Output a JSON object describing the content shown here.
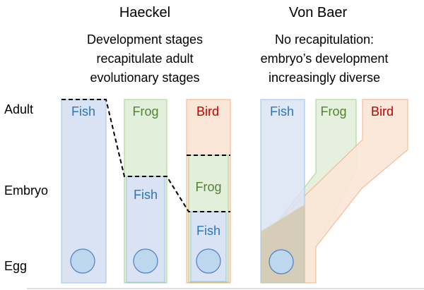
{
  "colors": {
    "fish": "#2e75b6",
    "frog": "#548235",
    "bird": "#c00000",
    "fish_fill": "#dae3f3",
    "frog_fill": "#e2efda",
    "bird_fill": "#fbe5d6",
    "fish_stroke": "#9dc3e6",
    "frog_stroke": "#a9d18e",
    "bird_stroke": "#f4b183",
    "egg_fill": "#bdd7ee",
    "egg_stroke": "#4f7ec2",
    "overlap_fill": "#d2c6a6",
    "boundary": "#000000"
  },
  "row_labels": {
    "adult": "Adult",
    "embryo": "Embryo",
    "egg": "Egg"
  },
  "haeckel": {
    "title": "Haeckel",
    "description": [
      "Development stages",
      "recapitulate adult",
      "evolutionary stages"
    ],
    "columns": [
      {
        "adult_label": "Fish"
      },
      {
        "adult_label": "Frog",
        "embryo_label": "Fish"
      },
      {
        "adult_label": "Bird",
        "embryo_labels": [
          "Frog",
          "Fish"
        ]
      }
    ]
  },
  "von_baer": {
    "title": "Von Baer",
    "description": [
      "No recapitulation:",
      "embryo’s development",
      "increasingly diverse"
    ],
    "labels": [
      "Fish",
      "Frog",
      "Bird"
    ]
  }
}
